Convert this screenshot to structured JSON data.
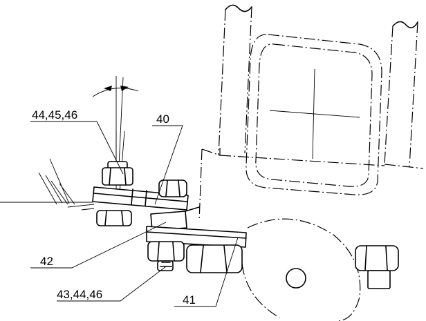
{
  "labels": {
    "top_left": "44,45,46",
    "top_mid": "40",
    "mid_left": "42",
    "bottom_left": "43,44,46",
    "bottom_mid": "41"
  }
}
